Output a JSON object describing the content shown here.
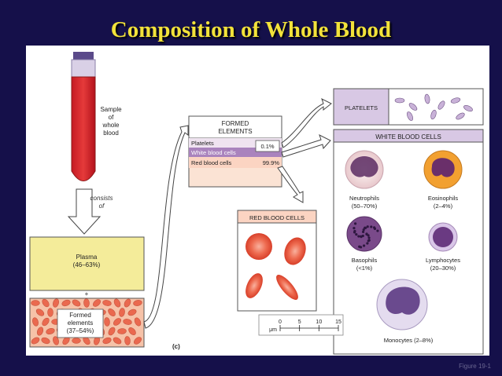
{
  "title": "Composition of Whole Blood",
  "tube": {
    "label_lines": [
      "Sample",
      "of",
      "whole",
      "blood"
    ]
  },
  "consists_of": [
    "consists",
    "of"
  ],
  "plasma": {
    "label": "Plasma",
    "percent": "(46–63%)"
  },
  "plus": "+",
  "formed_elements_box": {
    "lines": [
      "Formed",
      "elements",
      "(37–54%)"
    ]
  },
  "panel_letter": "(c)",
  "formed_table": {
    "title_lines": [
      "FORMED",
      "ELEMENTS"
    ],
    "rows": [
      {
        "label": "Platelets",
        "value": "0.1%"
      },
      {
        "label": "White blood cells",
        "value": ""
      },
      {
        "label": "Red blood cells",
        "value": "99.9%"
      }
    ]
  },
  "platelets": {
    "label": "PLATELETS"
  },
  "rbc": {
    "label": "RED BLOOD CELLS"
  },
  "wbc": {
    "label": "WHITE BLOOD CELLS",
    "cells": [
      {
        "name": "Neutrophils",
        "pct": "(50–70%)"
      },
      {
        "name": "Eosinophils",
        "pct": "(2–4%)"
      },
      {
        "name": "Basophils",
        "pct": "(<1%)"
      },
      {
        "name": "Lymphocytes",
        "pct": "(20–30%)"
      },
      {
        "name": "Monocytes",
        "pct": "(2–8%)"
      }
    ]
  },
  "scale": {
    "unit": "μm",
    "ticks": [
      "0",
      "5",
      "10",
      "15"
    ]
  },
  "figure_ref": "Figure 19-1",
  "colors": {
    "accent_title": "#f2e23a",
    "background": "#15104a",
    "plasma": "#f4ec9a",
    "rbc": "#e8503c",
    "wbc_header": "#d8c8e4"
  }
}
